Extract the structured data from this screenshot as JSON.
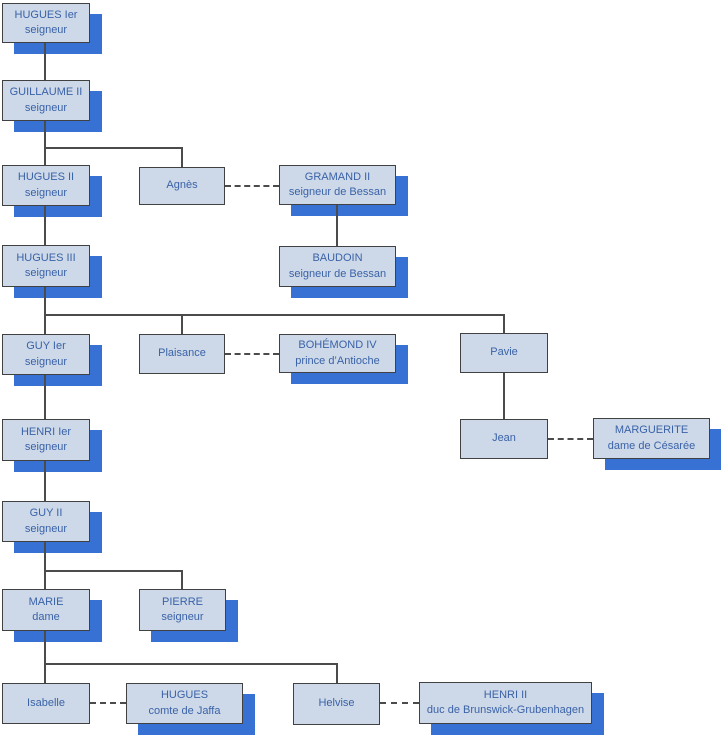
{
  "diagram": {
    "type": "family-tree",
    "colors": {
      "node_fill": "#cdd9e8",
      "node_border": "#414141",
      "node_shadow": "#3871d4",
      "node_text": "#3a62a8",
      "connector": "#4b4b4b"
    },
    "nodes": {
      "hugues1": {
        "name": "HUGUES Ier",
        "subtitle": "seigneur"
      },
      "guillaume2": {
        "name": "GUILLAUME II",
        "subtitle": "seigneur"
      },
      "hugues2": {
        "name": "HUGUES II",
        "subtitle": "seigneur"
      },
      "agnes": {
        "name": "Agnès"
      },
      "gramand2": {
        "name": "GRAMAND II",
        "subtitle": "seigneur de Bessan"
      },
      "hugues3": {
        "name": "HUGUES III",
        "subtitle": "seigneur"
      },
      "baudoin": {
        "name": "BAUDOIN",
        "subtitle": "seigneur de Bessan"
      },
      "guy1": {
        "name": "GUY Ier",
        "subtitle": "seigneur"
      },
      "plaisance": {
        "name": "Plaisance"
      },
      "bohemond4": {
        "name": "BOHÉMOND IV",
        "subtitle": "prince d’Antioche"
      },
      "pavie": {
        "name": "Pavie"
      },
      "henri1": {
        "name": "HENRI Ier",
        "subtitle": "seigneur"
      },
      "jean": {
        "name": "Jean"
      },
      "marguerite": {
        "name": "MARGUERITE",
        "subtitle": "dame de Césarée"
      },
      "guy2": {
        "name": "GUY II",
        "subtitle": "seigneur"
      },
      "marie": {
        "name": "MARIE",
        "subtitle": "dame"
      },
      "pierre": {
        "name": "PIERRE",
        "subtitle": "seigneur"
      },
      "isabelle": {
        "name": "Isabelle"
      },
      "hugues_jaffa": {
        "name": "HUGUES",
        "subtitle": "comte de Jaffa"
      },
      "helvise": {
        "name": "Helvise"
      },
      "henri2": {
        "name": "HENRI II",
        "subtitle": "duc de Brunswick-Grubenhagen"
      }
    },
    "marriages": [
      [
        "Agnès",
        "GRAMAND II"
      ],
      [
        "Plaisance",
        "BOHÉMOND IV"
      ],
      [
        "Jean",
        "MARGUERITE"
      ],
      [
        "Isabelle",
        "HUGUES"
      ],
      [
        "Helvise",
        "HENRI II"
      ]
    ],
    "descents": [
      [
        "HUGUES Ier",
        "GUILLAUME II"
      ],
      [
        "GUILLAUME II",
        "HUGUES II"
      ],
      [
        "GUILLAUME II",
        "Agnès"
      ],
      [
        "GRAMAND II",
        "BAUDOIN"
      ],
      [
        "HUGUES II",
        "HUGUES III"
      ],
      [
        "HUGUES III",
        "GUY Ier"
      ],
      [
        "HUGUES III",
        "Plaisance"
      ],
      [
        "HUGUES III",
        "Pavie"
      ],
      [
        "Pavie",
        "Jean"
      ],
      [
        "GUY Ier",
        "HENRI Ier"
      ],
      [
        "HENRI Ier",
        "GUY II"
      ],
      [
        "GUY II",
        "MARIE"
      ],
      [
        "GUY II",
        "PIERRE"
      ],
      [
        "MARIE",
        "Isabelle"
      ],
      [
        "MARIE",
        "Helvise"
      ]
    ]
  }
}
